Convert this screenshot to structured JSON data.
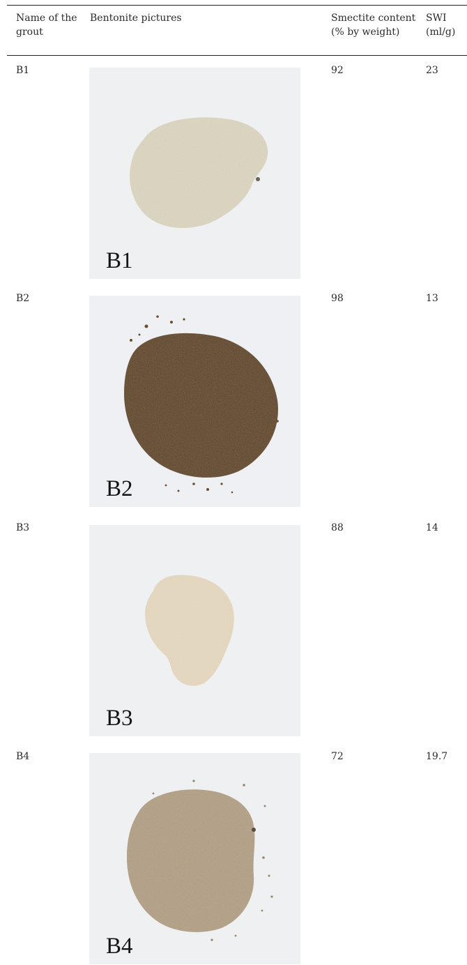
{
  "table": {
    "headers": {
      "name": "Name of the grout",
      "pictures": "Bentonite pictures",
      "smectite": "Smectite content (% by weight)",
      "swi": "SWI (ml/g)"
    },
    "rows": [
      {
        "name": "B1",
        "photo_label": "B1",
        "smectite": "92",
        "swi": "23",
        "powder_color": "#dcd6c0",
        "background_color": "#eef0f2"
      },
      {
        "name": "B2",
        "photo_label": "B2",
        "smectite": "98",
        "swi": "13",
        "powder_color": "#5e4327",
        "background_color": "#eef0f3"
      },
      {
        "name": "B3",
        "photo_label": "B3",
        "smectite": "88",
        "swi": "14",
        "powder_color": "#e6d8c0",
        "background_color": "#eef0f2"
      },
      {
        "name": "B4",
        "photo_label": "B4",
        "smectite": "72",
        "swi": "19.7",
        "powder_color": "#b29e82",
        "background_color": "#eff0f1"
      }
    ]
  }
}
